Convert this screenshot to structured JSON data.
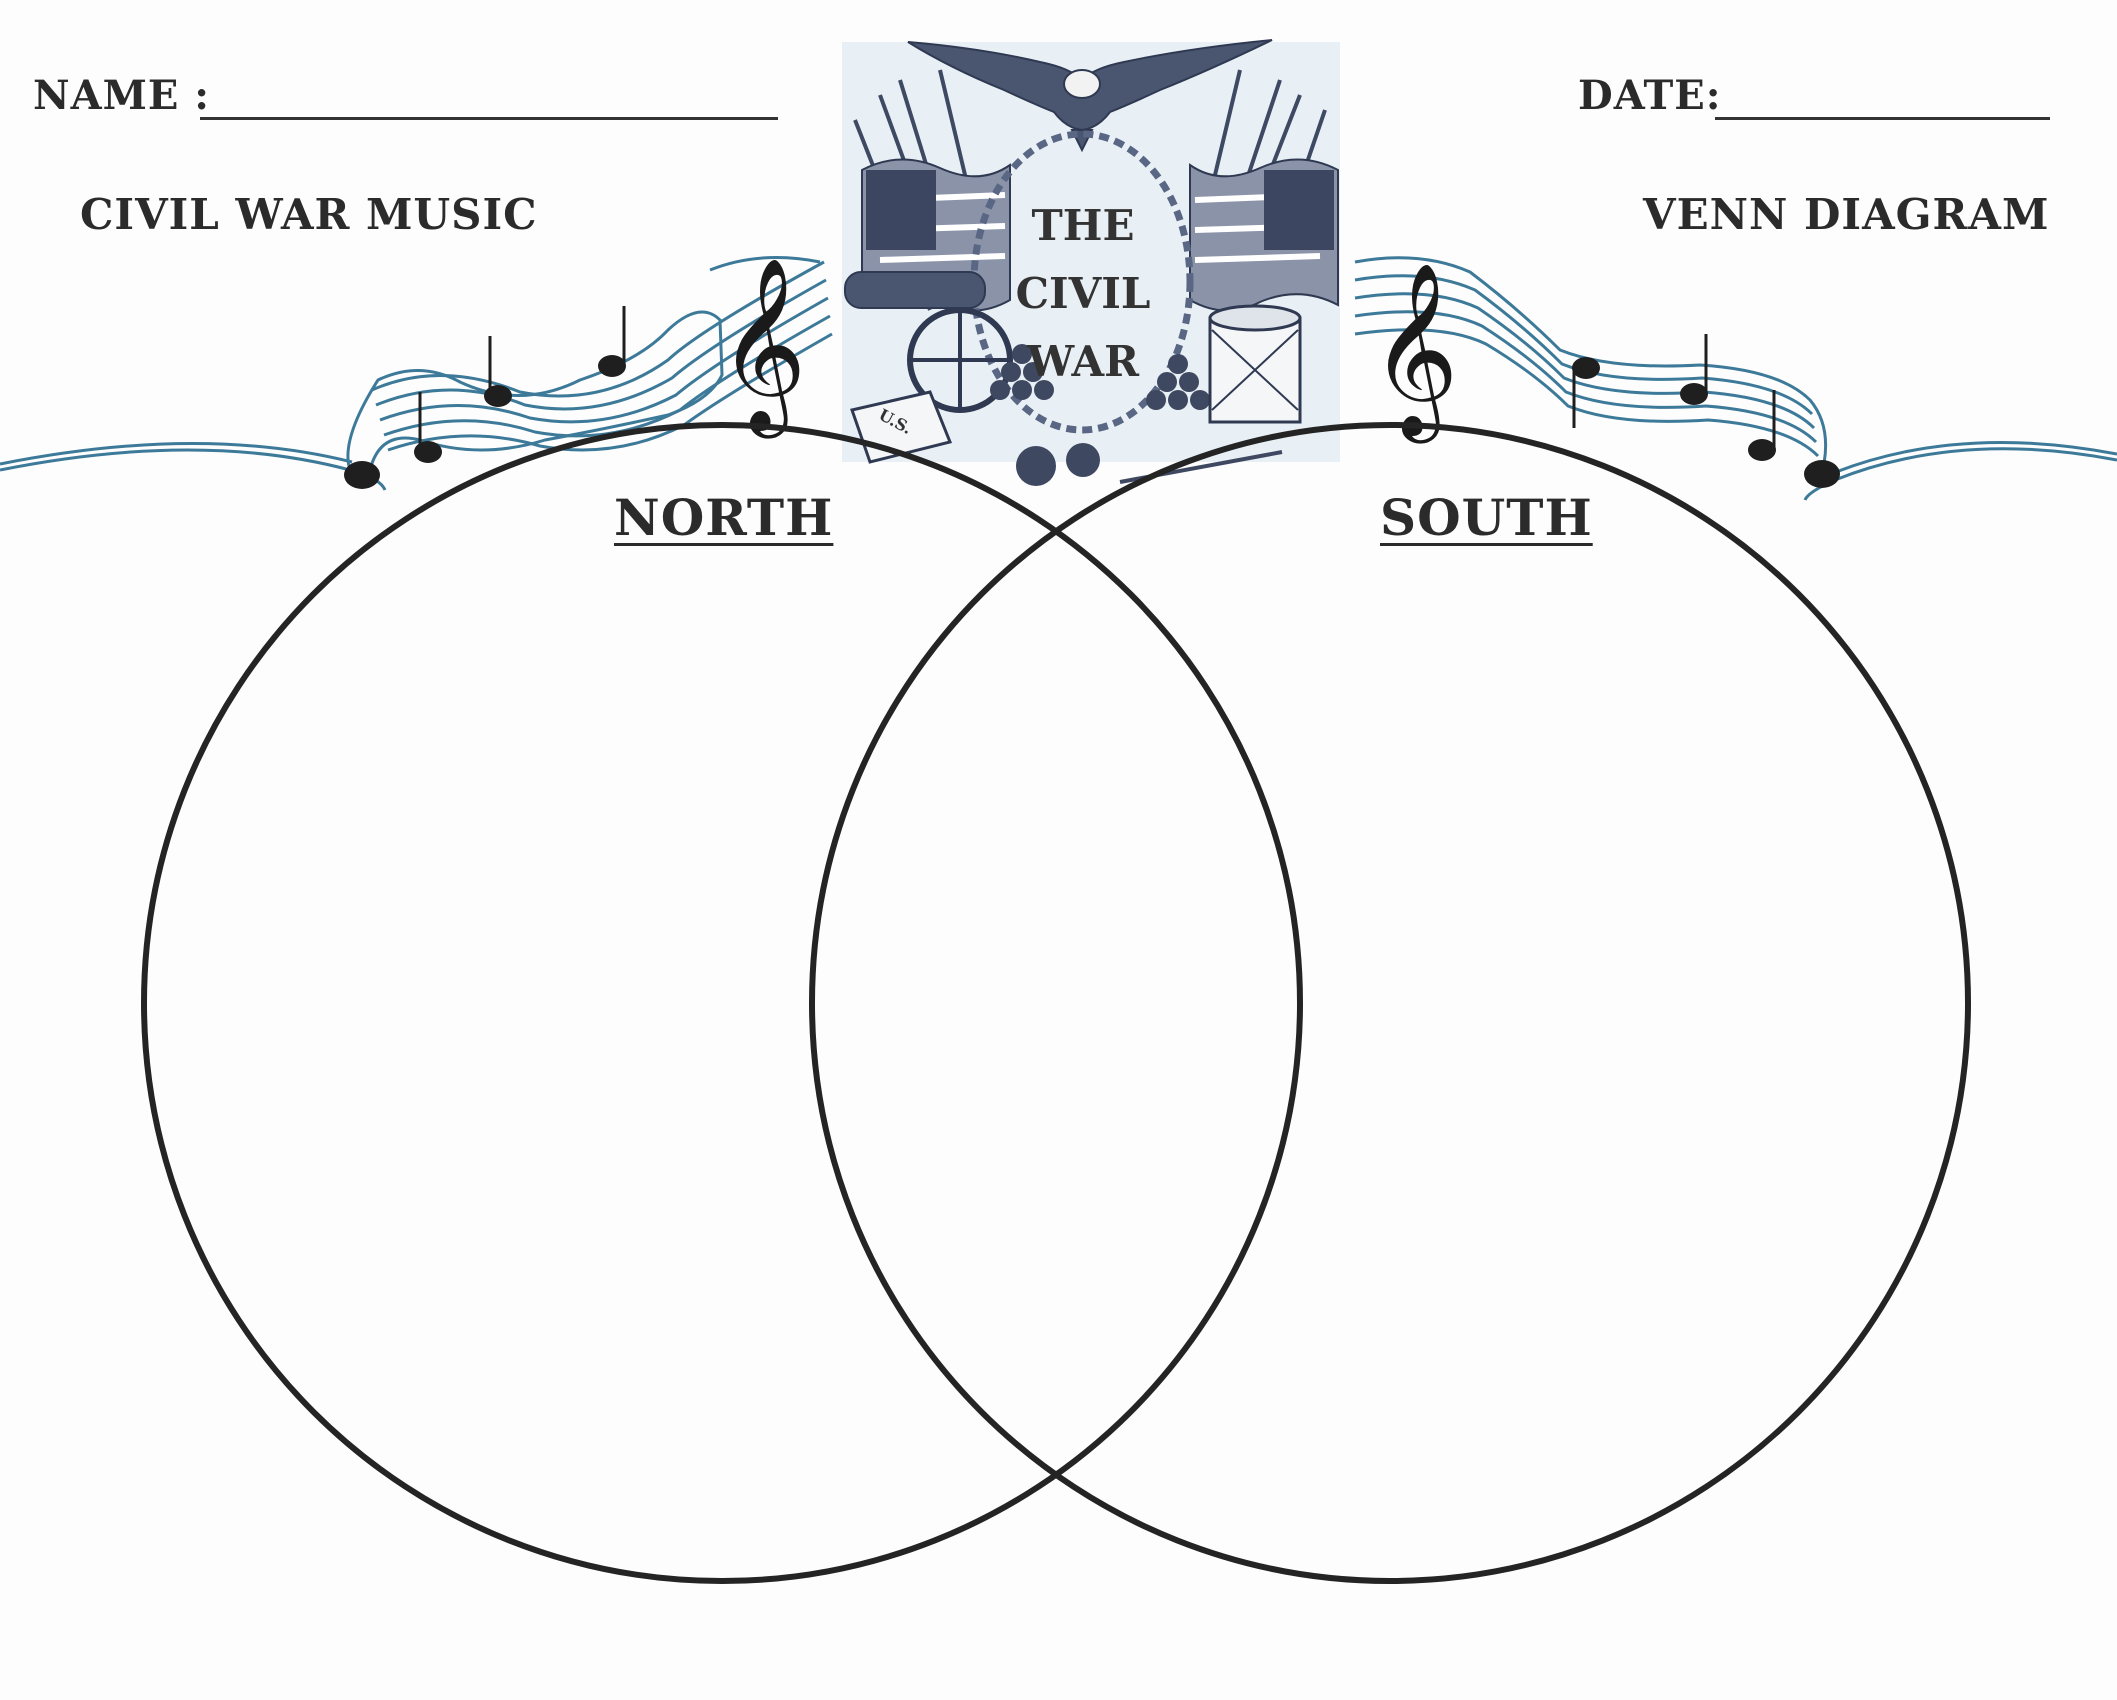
{
  "header": {
    "name_label": "NAME :",
    "date_label": "DATE:"
  },
  "subtitles": {
    "left": "CIVIL WAR MUSIC",
    "right": "VENN DIAGRAM"
  },
  "emblem": {
    "title": "THE\nCIVIL\nWAR",
    "badge_text": "U.S."
  },
  "venn": {
    "left_label": "NORTH",
    "right_label": "SOUTH"
  },
  "colors": {
    "ink": "#2b2b2b",
    "ribbon_blue": "#3d7a99",
    "emblem_blue": "#4a5a78",
    "emblem_bg": "#e6eef4"
  }
}
